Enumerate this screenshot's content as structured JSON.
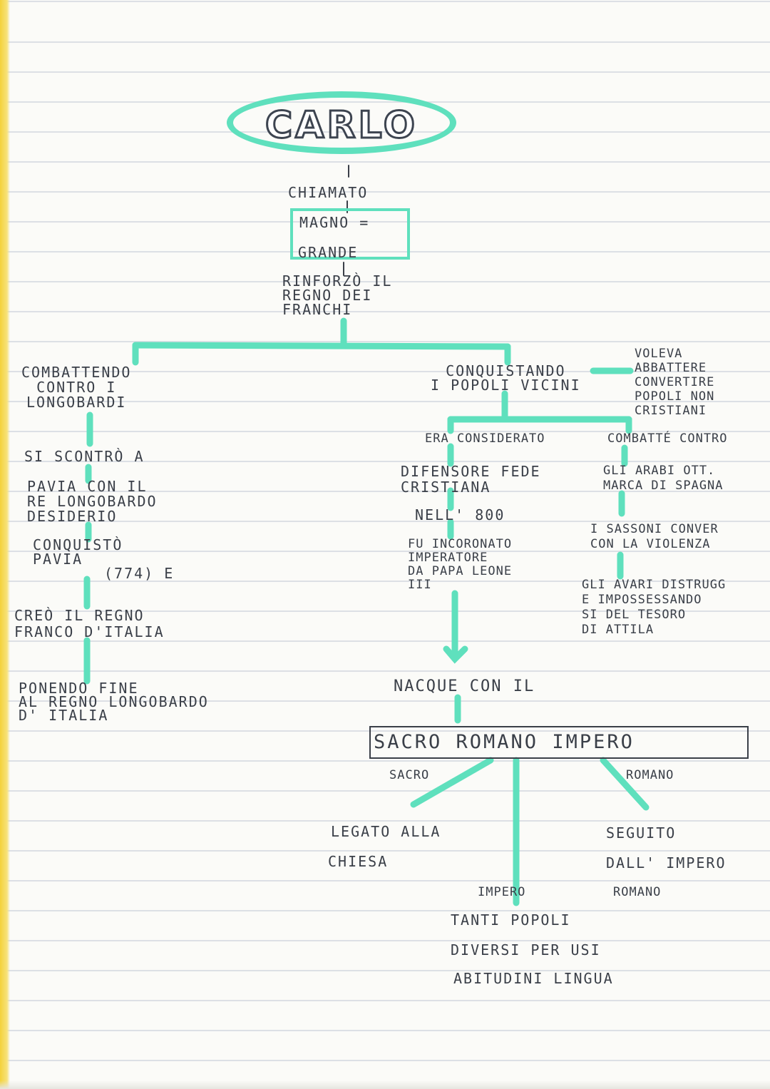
{
  "diagram": {
    "title": "CARLO",
    "chiamato": "CHIAMATO",
    "magno": "MAGNO =",
    "grande": "GRANDE",
    "rinforzo": "RINFORZÒ IL\nREGNO DEI\nFRANCHI",
    "left_branch": {
      "combattendo": "COMBATTENDO\nCONTRO I\nLONGOBARDI",
      "si_scontro": "SI SCONTRÒ A",
      "pavia": "PAVIA CON IL\nRE LONGOBARDO\nDESIDERIO",
      "conquisto": "CONQUISTÒ\nPAVIA",
      "anno": "(774) E",
      "creo": "CREÒ IL REGNO\nFRANCO D'ITALIA",
      "ponendo": "PONENDO FINE\nAL REGNO LONGOBARDO\nD' ITALIA"
    },
    "right_branch": {
      "conquistando": "CONQUISTANDO\nI POPOLI VICINI",
      "voleva": "VOLEVA\nABBATTERE\nCONVERTIRE\nPOPOLI NON\nCRISTIANI",
      "era_considerato": "ERA CONSIDERATO",
      "difensore": "DIFENSORE FEDE\nCRISTIANA",
      "nell_800": "NELL' 800",
      "fu_incoronato": "FU INCORONATO\nIMPERATORE\nDA PAPA LEONE\nIII",
      "combatte": "COMBATTÉ CONTRO",
      "arabi": "GLI ARABI OTT.\nMARCA DI SPAGNA",
      "sassoni": "I SASSONI CONVER\nCON LA VIOLENZA",
      "avari": "GLI AVARI DISTRUGG\nE IMPOSSESSANDO\nSI DEL TESORO\nDI ATTILA"
    },
    "nacque": "NACQUE CON IL",
    "sacro_romano_impero": "SACRO ROMANO IMPERO",
    "sacro": "SACRO",
    "romano": "ROMANO",
    "legato": "LEGATO ALLA",
    "chiesa": "CHIESA",
    "seguito": "SEGUITO",
    "dall_impero": "DALL' IMPERO",
    "romano_2": "ROMANO",
    "impero": "IMPERO",
    "tanti_popoli": "TANTI POPOLI",
    "diversi": "DIVERSI PER USI",
    "abitudini": "ABITUDINI LINGUA"
  },
  "colors": {
    "accent": "#5fe0bd",
    "ink": "#3a3f48",
    "margin": "#f4d23a"
  }
}
